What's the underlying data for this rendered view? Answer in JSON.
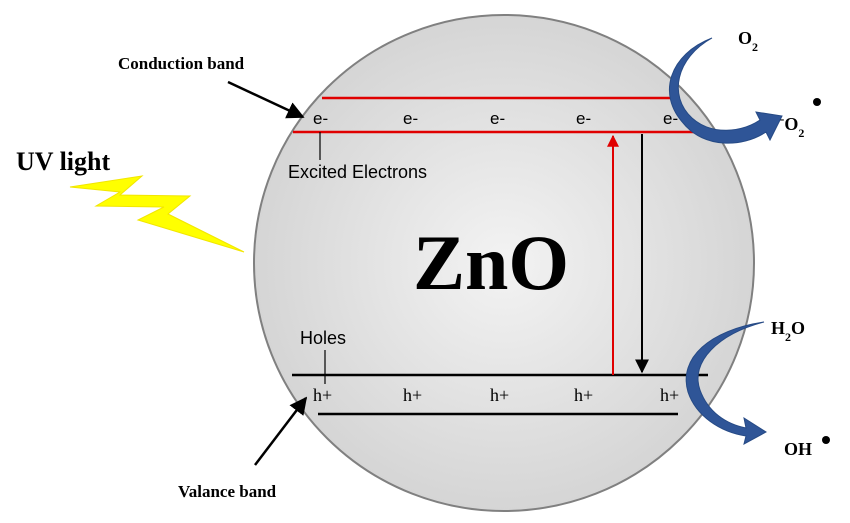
{
  "labels": {
    "conduction_band": "Conduction band",
    "valance_band": "Valance band",
    "uv_light": "UV light",
    "material": "ZnO",
    "excited_electrons": "Excited Electrons",
    "holes": "Holes"
  },
  "electrons": [
    "e-",
    "e-",
    "e-",
    "e-",
    "e-"
  ],
  "holes": [
    "h+",
    "h+",
    "h+",
    "h+",
    "h+"
  ],
  "species": {
    "o2": {
      "base": "O",
      "sub": "2"
    },
    "superoxide": {
      "sup": "-",
      "base": "O",
      "sub": "2"
    },
    "water": {
      "base1": "H",
      "sub": "2",
      "base2": "O"
    },
    "hydroxyl": {
      "base": "OH"
    }
  },
  "colors": {
    "particle_fill": "#d9d9d9",
    "particle_stroke": "#7f7f7f",
    "conduction_lines": "#e00000",
    "excitation_arrow": "#e00000",
    "arrow_blue": "#2f5597",
    "lightning": "#ffff00"
  }
}
